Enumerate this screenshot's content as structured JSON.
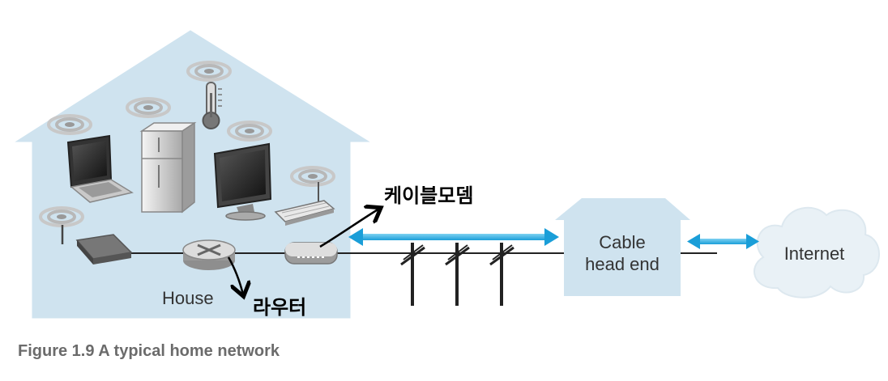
{
  "diagram": {
    "house_label": "House",
    "headend_label_line1": "Cable",
    "headend_label_line2": "head end",
    "internet_label": "Internet",
    "annotation_modem": "케이블모뎀",
    "annotation_router": "라우터",
    "colors": {
      "house_fill": "#cfe3ef",
      "headend_fill": "#cfe3ef",
      "link_arrow": "#29a9df",
      "cloud": "#e9f1f6"
    }
  },
  "caption": "Figure 1.9 A typical home network"
}
